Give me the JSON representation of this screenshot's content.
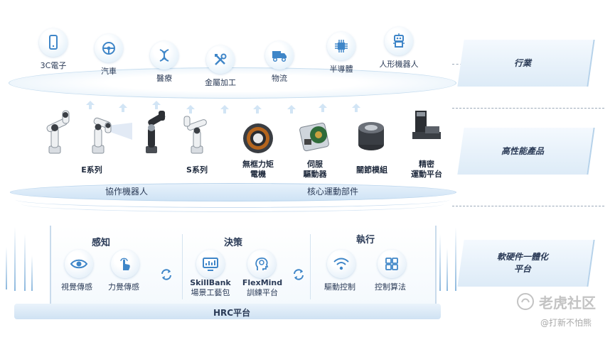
{
  "industries": [
    {
      "label": "3C電子",
      "icon": "phone-icon"
    },
    {
      "label": "汽車",
      "icon": "steering-wheel-icon"
    },
    {
      "label": "醫療",
      "icon": "dna-icon"
    },
    {
      "label": "金屬加工",
      "icon": "tools-icon"
    },
    {
      "label": "物流",
      "icon": "truck-icon"
    },
    {
      "label": "半導體",
      "icon": "chip-icon"
    },
    {
      "label": "人形機器人",
      "icon": "robot-icon"
    }
  ],
  "products": {
    "e_series": "E系列",
    "s_series": "S系列",
    "frameless_torque_motor": [
      "無框力矩",
      "電機"
    ],
    "servo_driver": [
      "伺服",
      "驅動器"
    ],
    "joint_module": "關節模組",
    "precision_platform": [
      "精密",
      "運動平台"
    ]
  },
  "layers": {
    "cobot": "協作機器人",
    "core_motion": "核心運動部件"
  },
  "side_labels": {
    "industry": "行業",
    "high_perf": "高性能產品",
    "hw_sw": [
      "軟硬件一體化",
      "平台"
    ]
  },
  "platform": {
    "perception": {
      "title": "感知",
      "items": [
        "視覺傳感",
        "力覺傳感"
      ]
    },
    "decision": {
      "title": "決策",
      "items": [
        [
          "SkillBank",
          "場景工藝包"
        ],
        [
          "FlexMind",
          "訓練平台"
        ]
      ]
    },
    "execution": {
      "title": "執行",
      "items": [
        "驅動控制",
        "控制算法"
      ]
    },
    "base": "HRC平台"
  },
  "watermark": {
    "brand": "老虎社区",
    "handle": "@打新不怕熊"
  },
  "colors": {
    "accent": "#3f86c8",
    "text": "#2b3b57",
    "light": "#e3eff9"
  }
}
